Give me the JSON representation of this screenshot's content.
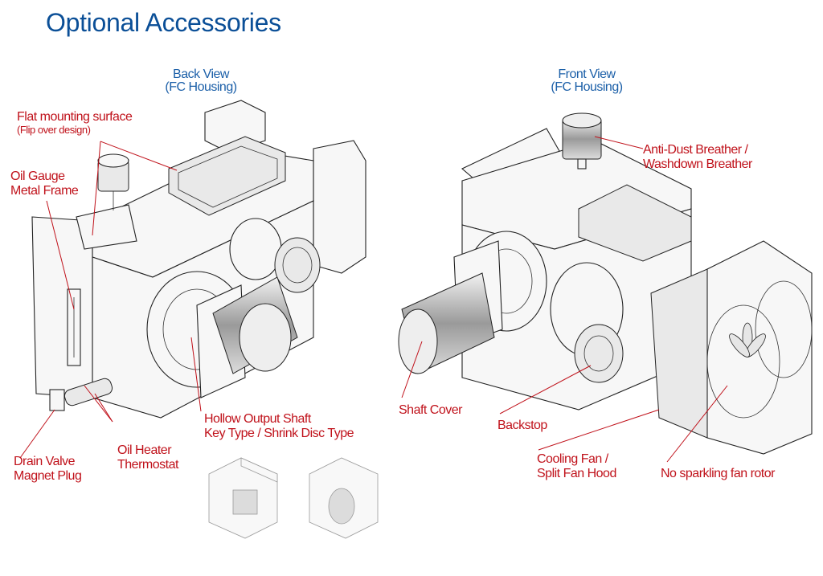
{
  "title": "Optional Accessories",
  "views": {
    "back": {
      "line1": "Back View",
      "line2": "(FC Housing)"
    },
    "front": {
      "line1": "Front View",
      "line2": "(FC Housing)"
    }
  },
  "callouts": {
    "flat_mounting": {
      "line1": "Flat mounting surface",
      "sub": "(Flip over design)"
    },
    "oil_gauge": {
      "line1": "Oil Gauge",
      "line2": "Metal Frame"
    },
    "drain_valve": {
      "line1": "Drain Valve",
      "line2": "Magnet Plug"
    },
    "oil_heater": {
      "line1": "Oil Heater",
      "line2": "Thermostat"
    },
    "hollow_shaft": {
      "line1": "Hollow Output Shaft",
      "line2": "Key Type / Shrink Disc Type"
    },
    "breather": {
      "line1": "Anti-Dust Breather /",
      "line2": "Washdown Breather"
    },
    "shaft_cover": {
      "line1": "Shaft Cover"
    },
    "backstop": {
      "line1": "Backstop"
    },
    "cooling_fan": {
      "line1": "Cooling Fan /",
      "line2": "Split Fan Hood"
    },
    "fan_rotor": {
      "line1": "No sparkling fan rotor"
    }
  },
  "colors": {
    "title": "#0b4f97",
    "view_label": "#1b5fa8",
    "callout": "#c0121b"
  }
}
